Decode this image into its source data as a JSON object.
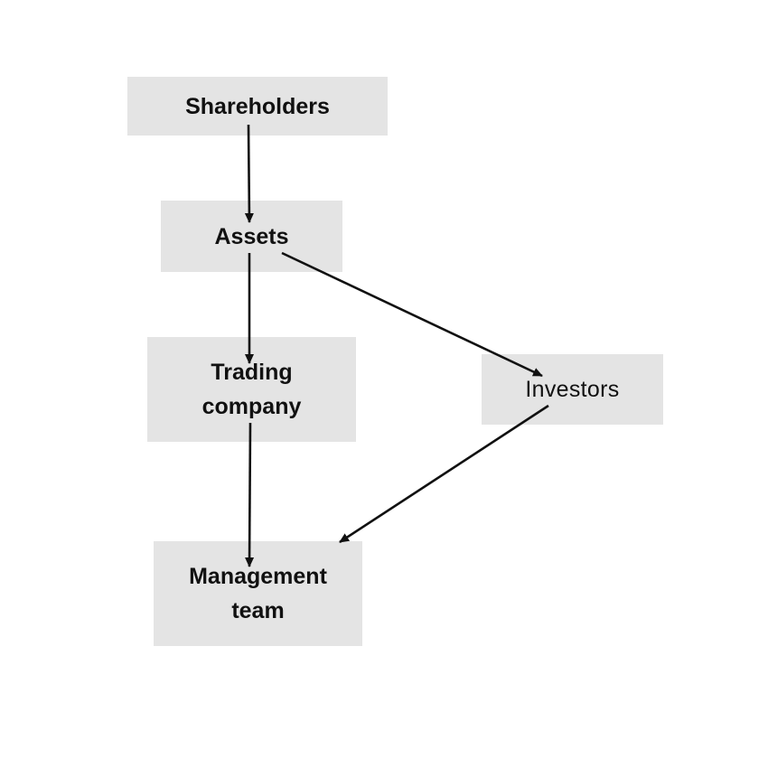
{
  "diagram": {
    "nodes": [
      {
        "id": "shareholders",
        "label": "Shareholders"
      },
      {
        "id": "assets",
        "label": "Assets"
      },
      {
        "id": "trading",
        "label": "Trading\ncompany"
      },
      {
        "id": "investors",
        "label": "Investors"
      },
      {
        "id": "management",
        "label": "Management\nteam"
      }
    ],
    "edges": [
      {
        "from": "shareholders",
        "to": "assets"
      },
      {
        "from": "assets",
        "to": "trading"
      },
      {
        "from": "assets",
        "to": "investors"
      },
      {
        "from": "trading",
        "to": "management"
      },
      {
        "from": "investors",
        "to": "management"
      }
    ],
    "colors": {
      "node_fill": "#e4e4e4",
      "arrow": "#111111",
      "text": "#111111",
      "background": "#ffffff"
    }
  }
}
